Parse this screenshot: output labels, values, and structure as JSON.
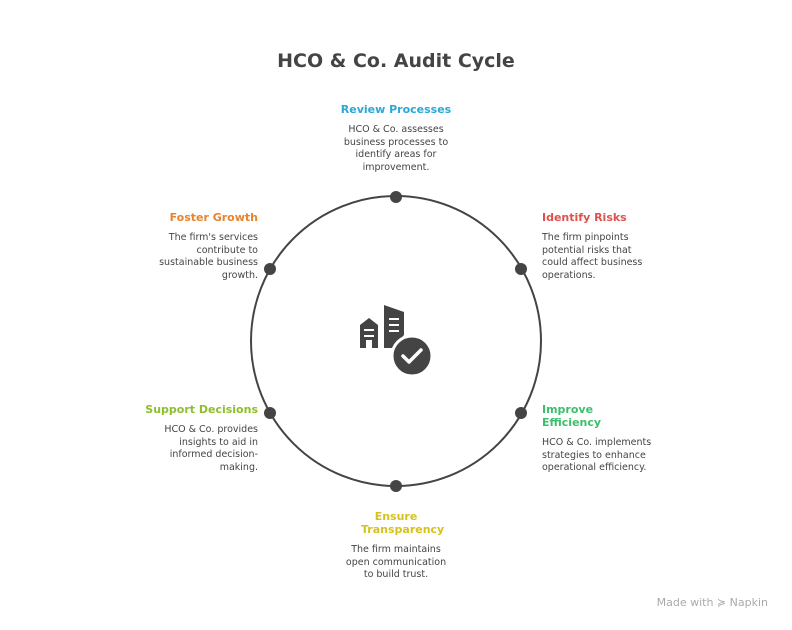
{
  "title": "HCO & Co. Audit Cycle",
  "steps": [
    {
      "title": "Review Processes",
      "text": "HCO & Co. assesses business processes to identify areas for improvement.",
      "color": "#2aa7d9"
    },
    {
      "title": "Identify Risks",
      "text": "The firm pinpoints potential risks that could affect business operations.",
      "color": "#e0504d"
    },
    {
      "title": "Improve Efficiency",
      "text": "HCO & Co. implements strategies to enhance operational efficiency.",
      "color": "#3cbf6c"
    },
    {
      "title": "Ensure Transparency",
      "text": "The firm maintains open communication to build trust.",
      "color": "#d6c21a"
    },
    {
      "title": "Support Decisions",
      "text": "HCO & Co. provides insights to aid in informed decision-making.",
      "color": "#8dbf2b"
    },
    {
      "title": "Foster Growth",
      "text": "The firm's services contribute to sustainable business growth.",
      "color": "#e8832b"
    }
  ],
  "center_icon": "building-check-icon",
  "footer": "Made with ≽ Napkin"
}
